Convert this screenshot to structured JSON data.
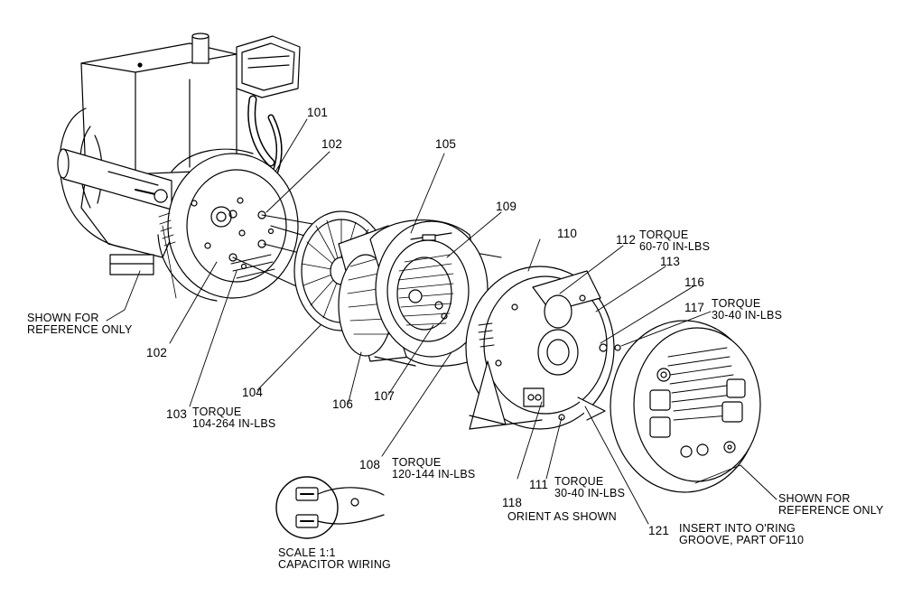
{
  "part_numbers": {
    "p101": "101",
    "p102a": "102",
    "p102b": "102",
    "p103": "103",
    "p104": "104",
    "p105": "105",
    "p106": "106",
    "p107": "107",
    "p108": "108",
    "p109": "109",
    "p110": "110",
    "p111": "111",
    "p112": "112",
    "p113": "113",
    "p116": "116",
    "p117": "117",
    "p118": "118",
    "p121": "121"
  },
  "notes": {
    "torque_112_l1": "TORQUE",
    "torque_112_l2": "60-70 IN-LBS",
    "torque_117_l1": "TORQUE",
    "torque_117_l2": "30-40 IN-LBS",
    "torque_103_l1": "TORQUE",
    "torque_103_l2": "104-264 IN-LBS",
    "torque_108_l1": "TORQUE",
    "torque_108_l2": "120-144 IN-LBS",
    "torque_111_l1": "TORQUE",
    "torque_111_l2": "30-40 IN-LBS",
    "orient_118": "ORIENT AS SHOWN",
    "insert_121_l1": "INSERT INTO O'RING",
    "insert_121_l2": "GROOVE, PART OF110",
    "ref_left_l1": "SHOWN FOR",
    "ref_left_l2": "REFERENCE ONLY",
    "ref_right_l1": "SHOWN FOR",
    "ref_right_l2": "REFERENCE ONLY",
    "scale": "SCALE 1:1",
    "cap_wiring": "CAPACITOR WIRING"
  }
}
